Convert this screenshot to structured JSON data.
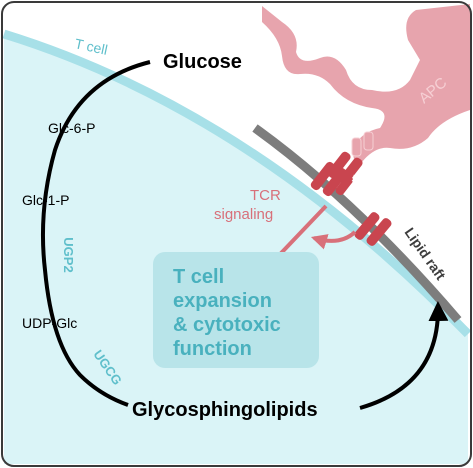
{
  "labels": {
    "t_cell": "T cell",
    "apc": "APC",
    "glucose": "Glucose",
    "glc6p": "Glc-6-P",
    "glc1p": "Glc-1-P",
    "ugp2": "UGP2",
    "udp_glc": "UDP-Glc",
    "ugcg": "UGCG",
    "glycosphingolipids": "Glycosphingolipids",
    "tcr": "TCR",
    "tcr_signaling_line1": "TCR",
    "tcr_signaling_line2": "signaling",
    "lipid_raft": "Lipid raft",
    "outcome_line1": "T cell",
    "outcome_line2": "expansion",
    "outcome_line3": "& cytotoxic",
    "outcome_line4": "function"
  },
  "colors": {
    "cell_fill": "#daf4f7",
    "membrane": "#a7e0e8",
    "raft": "#7d7d7d",
    "apc": "#e7a4ad",
    "tcr": "#c9454f",
    "arrow": "#d8707a",
    "teal_text": "#5fbfcb",
    "outcome_box": "#b8e4e9",
    "outcome_text": "#49b1be",
    "frame": "#3a3a3a"
  }
}
